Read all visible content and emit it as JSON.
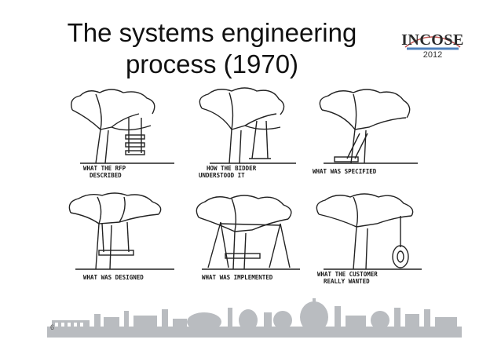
{
  "slide": {
    "title_line1": "The systems engineering",
    "title_line2": "process (1970)",
    "page_number": "6"
  },
  "logo": {
    "name": "INCOSE",
    "year": "2012"
  },
  "panels": [
    {
      "caption_line1": "WHAT THE RFP",
      "caption_line2": "DESCRIBED"
    },
    {
      "caption_line1": "HOW THE BIDDER",
      "caption_line2": "UNDERSTOOD IT"
    },
    {
      "caption_line1": "WHAT WAS SPECIFIED",
      "caption_line2": ""
    },
    {
      "caption_line1": "WHAT WAS DESIGNED",
      "caption_line2": ""
    },
    {
      "caption_line1": "WHAT WAS IMPLEMENTED",
      "caption_line2": ""
    },
    {
      "caption_line1": "WHAT THE CUSTOMER",
      "caption_line2": "REALLY WANTED"
    }
  ]
}
